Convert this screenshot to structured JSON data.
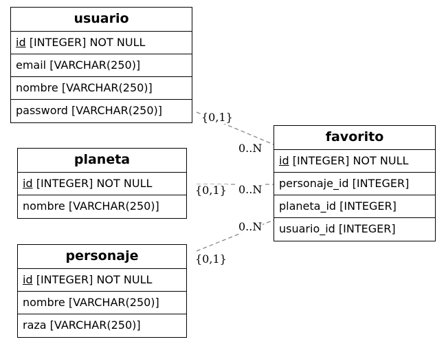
{
  "entities": {
    "usuario": {
      "title": "usuario",
      "fields": [
        {
          "pk": "id",
          "rest": " [INTEGER] NOT NULL"
        },
        {
          "text": "email [VARCHAR(250)]"
        },
        {
          "text": "nombre [VARCHAR(250)]"
        },
        {
          "text": "password [VARCHAR(250)]"
        }
      ]
    },
    "planeta": {
      "title": "planeta",
      "fields": [
        {
          "pk": "id",
          "rest": " [INTEGER] NOT NULL"
        },
        {
          "text": "nombre [VARCHAR(250)]"
        }
      ]
    },
    "personaje": {
      "title": "personaje",
      "fields": [
        {
          "pk": "id",
          "rest": " [INTEGER] NOT NULL"
        },
        {
          "text": "nombre [VARCHAR(250)]"
        },
        {
          "text": "raza [VARCHAR(250)]"
        }
      ]
    },
    "favorito": {
      "title": "favorito",
      "fields": [
        {
          "pk": "id",
          "rest": " [INTEGER] NOT NULL"
        },
        {
          "text": "personaje_id [INTEGER]"
        },
        {
          "text": "planeta_id [INTEGER]"
        },
        {
          "text": "usuario_id [INTEGER]"
        }
      ]
    }
  },
  "relationships": {
    "usuario_favorito": {
      "from_card": "{0,1}",
      "to_card": "0..N"
    },
    "planeta_favorito": {
      "from_card": "{0,1}",
      "to_card": "0..N"
    },
    "personaje_favorito": {
      "from_card": "{0,1}",
      "to_card": "0..N"
    }
  },
  "colors": {
    "border": "#000000",
    "edge": "#888888",
    "background": "#ffffff"
  }
}
